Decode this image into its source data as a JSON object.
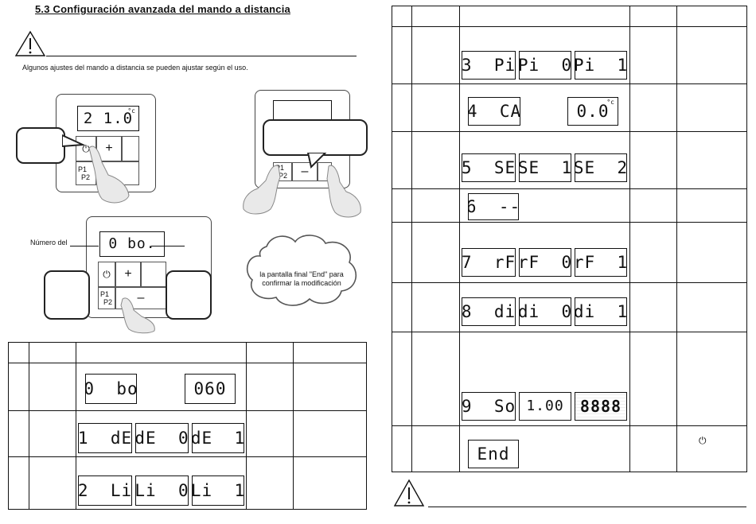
{
  "heading": "5.3 Configuración avanzada del mando a distancia",
  "intro": "Algunos ajustes del mando a distancia se pueden ajustar según el uso.",
  "remote_display_main": "2 1.0",
  "remote_display_unit": "°c",
  "remote_display_setting": "0 bo.",
  "power_icon": "⏻",
  "plus_label": "+",
  "minus_label": "–",
  "p1_label": "P1",
  "p2_label": "P2",
  "number_label": "Número del",
  "cloud_text_line1": "la pantalla final \"End\" para",
  "cloud_text_line2": "confirmar la modificación",
  "left_rows": [
    {
      "lcds": [
        "0  bo",
        "060"
      ]
    },
    {
      "lcds": [
        "1  dE",
        "dE  0",
        "dE  1"
      ]
    },
    {
      "lcds": [
        "2  Li",
        "Li  0",
        "Li  1"
      ]
    }
  ],
  "right_rows": [
    {
      "lcds": [
        "3  Pi",
        "Pi  0",
        "Pi  1"
      ]
    },
    {
      "lcds": [
        "4  CA",
        "0.0"
      ]
    },
    {
      "lcds": [
        "5  SE",
        "SE  1",
        "SE  2"
      ]
    },
    {
      "lcds": [
        "6  --"
      ]
    },
    {
      "lcds": [
        "7  rF",
        "rF  0",
        "rF  1"
      ]
    },
    {
      "lcds": [
        "8  di",
        "di  0",
        "di  1"
      ]
    },
    {
      "lcds": [
        "9  So",
        "1.00",
        "8888"
      ]
    },
    {
      "lcds": [
        "End"
      ]
    }
  ],
  "end_row_icon": "⏻",
  "warning_icon_name": "warning-triangle-icon"
}
